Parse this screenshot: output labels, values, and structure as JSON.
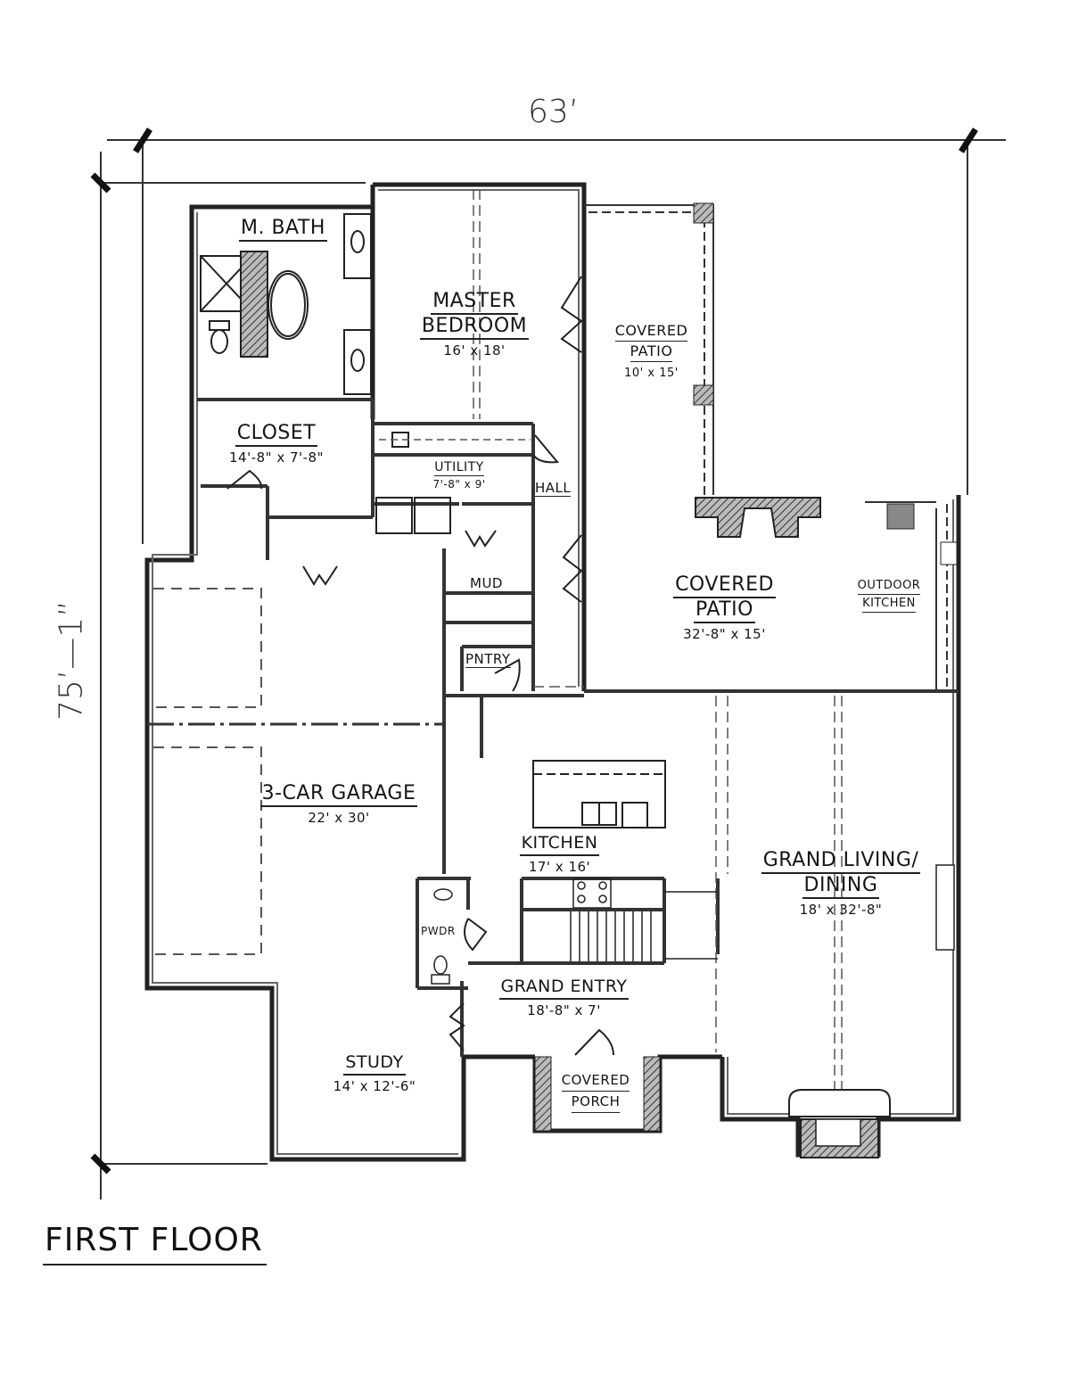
{
  "plan": {
    "title": "FIRST FLOOR",
    "dimensions": {
      "width": "63’",
      "depth": "75’—1”"
    },
    "rooms": {
      "master_bath": {
        "name": "M. BATH"
      },
      "master_bedroom": {
        "name_line1": "MASTER",
        "name_line2": "BEDROOM",
        "size": "16' x 18'"
      },
      "covered_patio_small": {
        "name_line1": "COVERED",
        "name_line2": "PATIO",
        "size": "10' x 15'"
      },
      "closet": {
        "name": "CLOSET",
        "size": "14'-8\" x 7'-8\""
      },
      "utility": {
        "name": "UTILITY",
        "size": "7'-8\" x 9'"
      },
      "hall": {
        "name": "HALL"
      },
      "mud": {
        "name": "MUD"
      },
      "pantry": {
        "name": "PNTRY"
      },
      "covered_patio_large": {
        "name_line1": "COVERED",
        "name_line2": "PATIO",
        "size": "32'-8\" x 15'"
      },
      "outdoor_kitchen": {
        "name_line1": "OUTDOOR",
        "name_line2": "KITCHEN"
      },
      "garage": {
        "name": "3-CAR GARAGE",
        "size": "22' x 30'"
      },
      "kitchen": {
        "name": "KITCHEN",
        "size": "17' x 16'"
      },
      "grand_living": {
        "name_line1": "GRAND LIVING/",
        "name_line2": "DINING",
        "size": "18' x 32'-8\""
      },
      "powder": {
        "name": "PWDR"
      },
      "grand_entry": {
        "name": "GRAND ENTRY",
        "size": "18'-8\" x 7'"
      },
      "study": {
        "name": "STUDY",
        "size": "14' x 12'-6\""
      },
      "covered_porch": {
        "name_line1": "COVERED",
        "name_line2": "PORCH"
      }
    }
  }
}
